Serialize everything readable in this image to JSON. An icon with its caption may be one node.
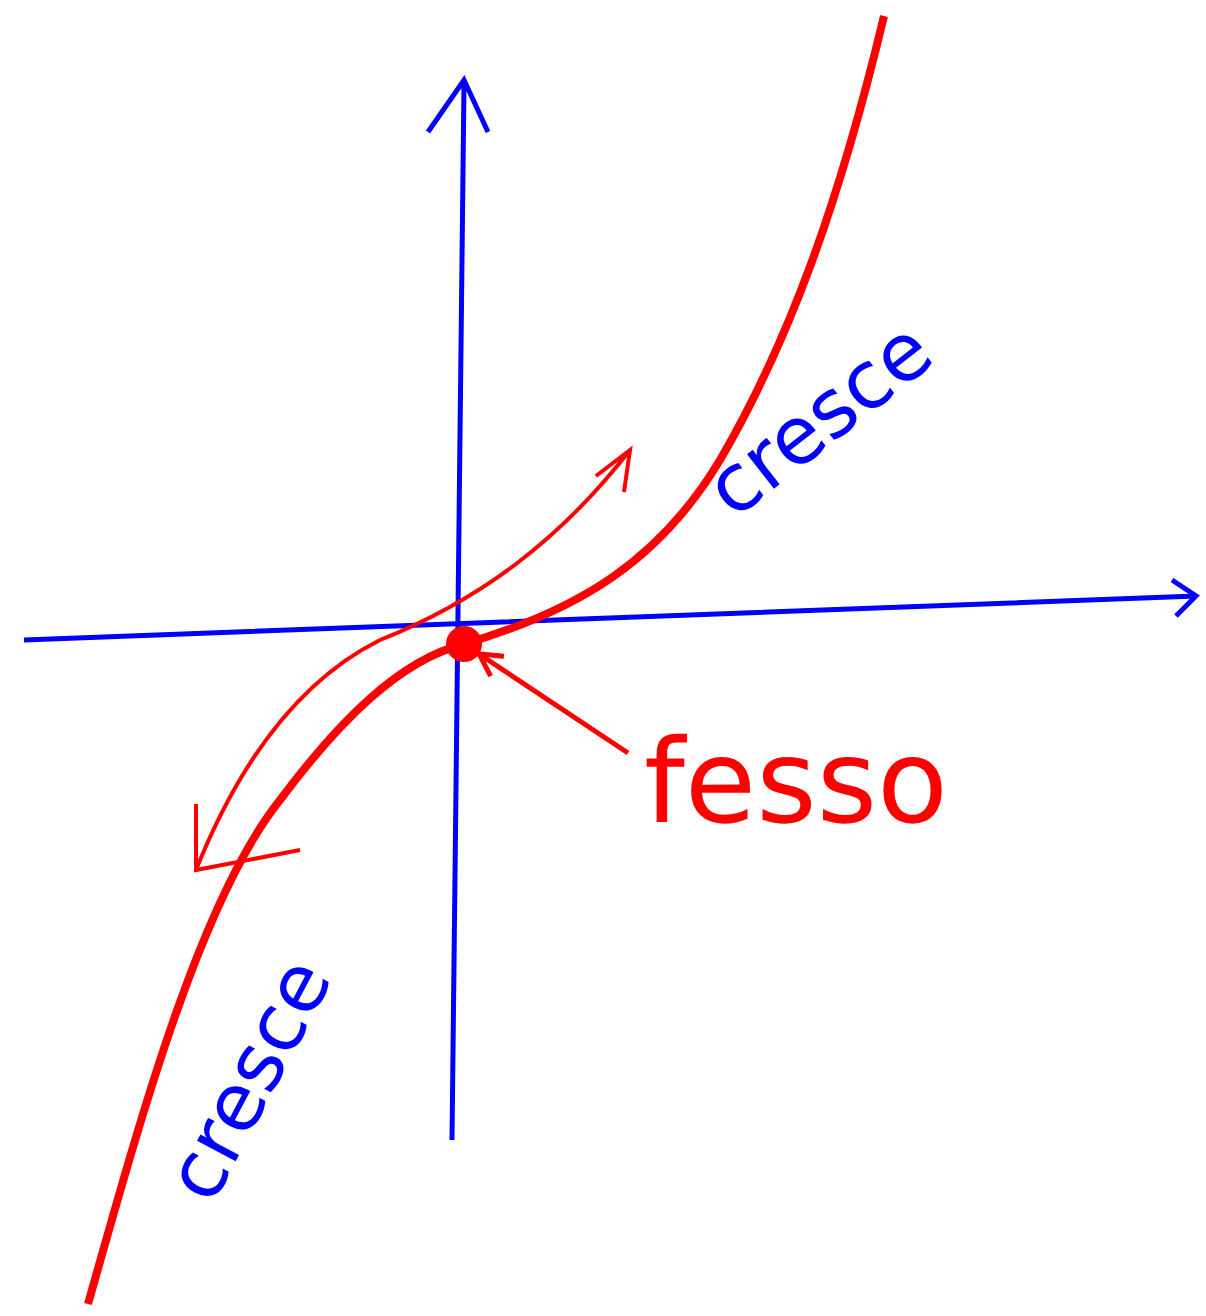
{
  "diagram": {
    "nodes": [
      {
        "text": [],
        "shape": "circle"
      },
      {
        "text": [
          "fesso"
        ]
      }
    ],
    "edges": [
      {
        "from": 1,
        "to": 0,
        "arrow": "to"
      }
    ],
    "labels": [
      "cresce",
      "cresce"
    ]
  }
}
